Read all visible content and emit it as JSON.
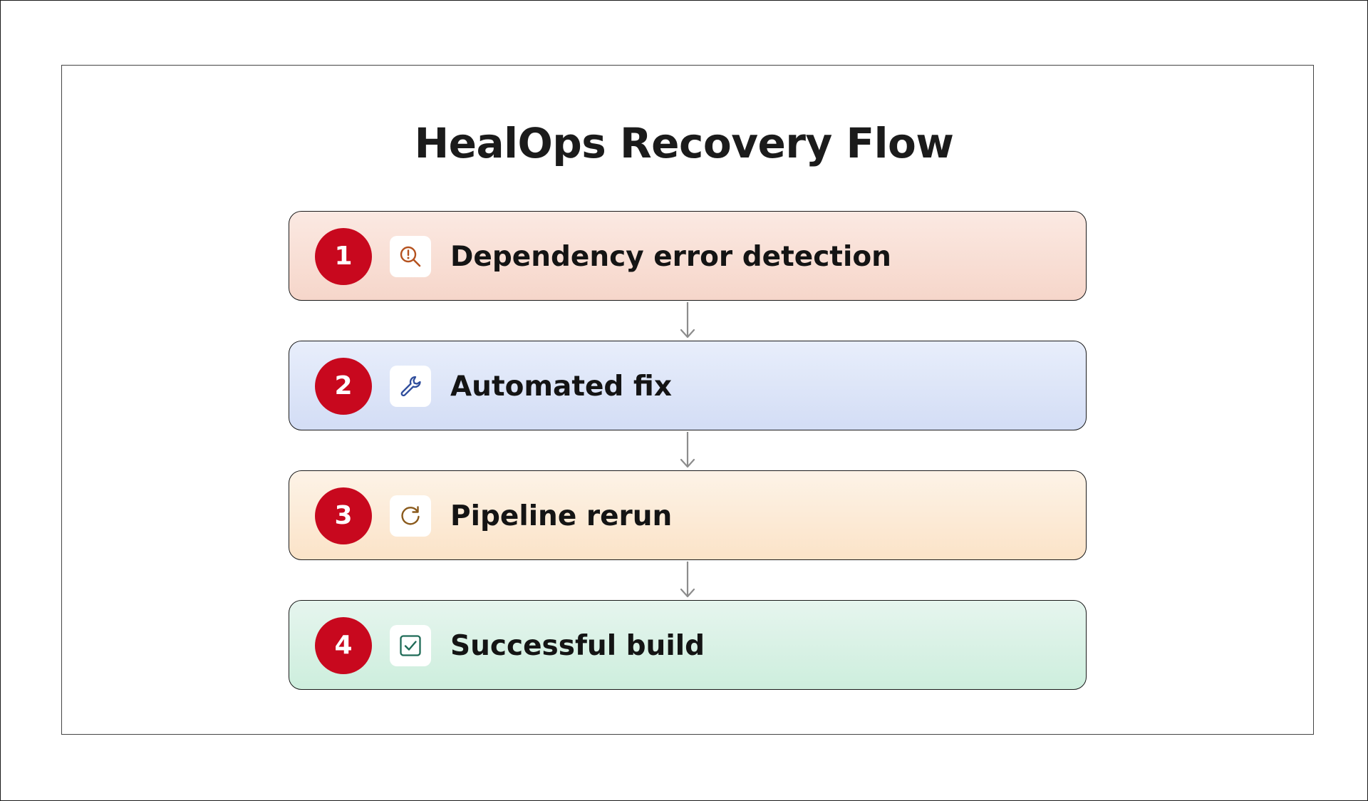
{
  "title": "HealOps Recovery Flow",
  "steps": [
    {
      "number": "1",
      "label": "Dependency error detection",
      "icon": "search-alert-icon",
      "icon_color": "#b5521f",
      "bg": "#f8dcd1"
    },
    {
      "number": "2",
      "label": "Automated fix",
      "icon": "wrench-icon",
      "icon_color": "#2f4d9c",
      "bg": "#dce4f8"
    },
    {
      "number": "3",
      "label": "Pipeline rerun",
      "icon": "refresh-icon",
      "icon_color": "#8a5a1c",
      "bg": "#fcebd8"
    },
    {
      "number": "4",
      "label": "Successful build",
      "icon": "check-square-icon",
      "icon_color": "#1f6b57",
      "bg": "#d6f1e3"
    }
  ],
  "colors": {
    "badge": "#c8081e",
    "arrow": "#8c8c8c",
    "border": "#1a1a1a"
  }
}
